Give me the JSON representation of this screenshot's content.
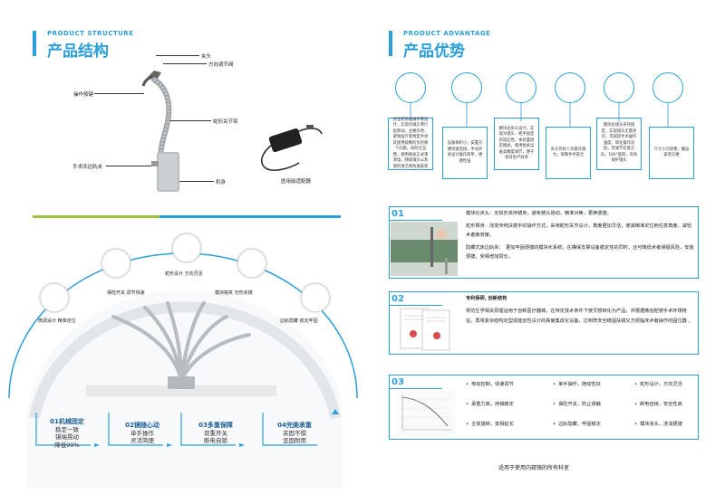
{
  "structure": {
    "title_en": "PRODUCT STRUCTURE",
    "title_zh": "产品结构",
    "labels": {
      "clamp": "夹头",
      "direction_joint": "方向调节阀",
      "handle": "操作按键",
      "snake_arm": "蛇形关节臂",
      "bed_clamp": "手术床边轨夹",
      "body": "机身",
      "adapter": "医用级适配器"
    }
  },
  "advantage": {
    "title_en": "PRODUCT ADVANTAGE",
    "title_zh": "产品优势",
    "boxes": [
      "仿生蛇形机械手臂设计，实现对镜头零行程移动。主要作用、避免医疗者特定手进及使用镜数的负担两个问题。同时在当我，使用相关方式来测电，随保镜头以及理的清洁和快速安装",
      "设备体积小，安置方便快速连接。手动开关设计操作简单，便捷性强",
      "模块化夹头设计，实现对镜头、把手固定的适应性。本装置固定模式，使用相关设备高精度调节，便于保持生产效率",
      "夹头可抗人为意外施力，保障手术安全",
      "模块化镜头夹持固定，实现镜头无需夹持，可减轻手术操作强度、简化操作流程，可调节任意方向，180°旋转，有效保护镜头",
      "尺寸小巧轻便，搬运安装方便"
    ],
    "panel1": {
      "num": "01",
      "lines": [
        "模块化夹头：无损伤夹持镜身，避免镜头晃动，精准对焦，更换便捷。",
        "蛇形臂身：改变传统扶镜手的操作方式，采用蛇形关节设计，角度更加灵活，使其精准定位到任意角度，减轻术者疲劳度。",
        "隐藏式床边轨夹：　更加牢固便捷的模块化系统，在确保支撑设备稳定性的同时，还可降低术者误碰风险，安装便捷，受相增加赞长。"
      ]
    },
    "panel2": {
      "num": "02",
      "heading": "专利保研, 创新结构",
      "text": "将仿生学相关原理运用于创新医疗器械，在特定技术条件下使灵感转化为产品，并根据微创腔镜手术环境特征，再将复杂结构定型成能创性设计的高度集成化设备，达到既安全稳固扶镜又方便临床术者操作的固位器 。"
    },
    "panel3": {
      "num": "03",
      "features": [
        "电动控制，快速调节",
        "单手操作，随动性好",
        "蛇形设计，方向灵活",
        "承重力高，持械稳定",
        "保险开关，防止误触",
        "断电自锁，安全性高",
        "主体旋转，变相延长",
        "边轨隐藏，牢固稳定",
        "模块夹头，洗消便捷"
      ]
    },
    "footer": "适用于使用内窥镜的所有科室"
  },
  "diagram": {
    "arc_labels": [
      "微调设计 精准定位",
      "保险开关 调节快速",
      "蛇形设计 方向灵活",
      "模块镜夹 无伤夹镜",
      "边轨隐藏 稳定牢固"
    ],
    "bottom": [
      {
        "title": "01机械固定",
        "l1": "稳定一致",
        "l2": "镜端晃动",
        "l3": "降低99%"
      },
      {
        "title": "02镜随心动",
        "l1": "单手操作",
        "l2": "灵活简便",
        "l3": ""
      },
      {
        "title": "03多重保障",
        "l1": "双重开关",
        "l2": "断电自锁",
        "l3": ""
      },
      {
        "title": "04完美承重",
        "l1": "夹固不惧",
        "l2": "坚固耐用",
        "l3": ""
      }
    ]
  },
  "colors": {
    "accent": "#2a9fd8",
    "green": "#9bc33b",
    "dark_blue": "#1d5f9b"
  }
}
